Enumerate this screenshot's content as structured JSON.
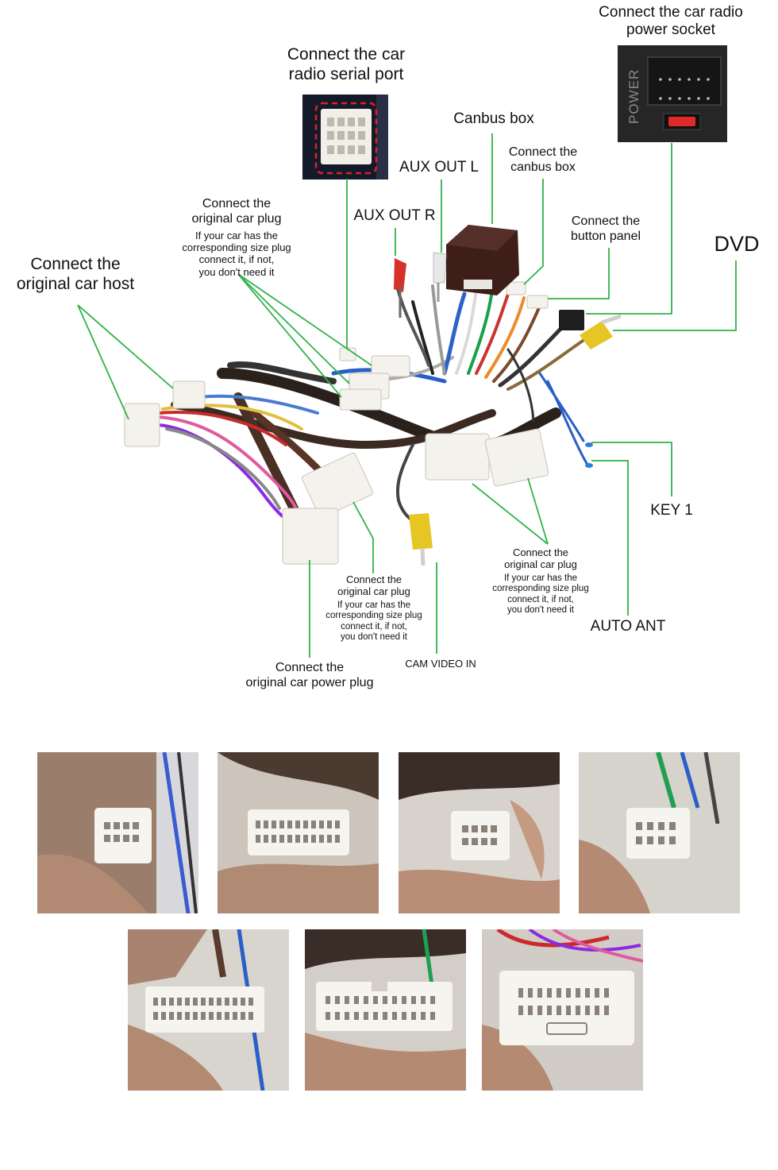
{
  "labels": {
    "power_socket": [
      "Connect the car radio",
      "power socket"
    ],
    "serial_port": [
      "Connect the car",
      "radio  serial port"
    ],
    "canbus_box": "Canbus box",
    "connect_canbus": [
      "Connect the",
      "canbus box"
    ],
    "aux_out_l": "AUX OUT L",
    "aux_out_r": "AUX OUT R",
    "button_panel": [
      "Connect the",
      "button panel"
    ],
    "dvd": "DVD",
    "car_host": [
      "Connect the",
      "original car host"
    ],
    "orig_plug_top": {
      "title": [
        "Connect the",
        "original car plug"
      ],
      "note": [
        "If your car has the",
        "corresponding size plug",
        "connect it, if not,",
        "you don't need it"
      ]
    },
    "key1": "KEY 1",
    "orig_plug_right": {
      "title": [
        "Connect the",
        "original car plug"
      ],
      "note": [
        "If your car has the",
        "corresponding size plug",
        "connect it, if not,",
        "you don't need it"
      ]
    },
    "orig_plug_center": {
      "title": [
        "Connect the",
        "original car plug"
      ],
      "note": [
        "If your car has the",
        "corresponding size plug",
        "connect it, if not,",
        "you don't need it"
      ]
    },
    "auto_ant": "AUTO ANT",
    "cam_video_in": "CAM VIDEO IN",
    "power_plug": [
      "Connect the",
      "original car power plug"
    ]
  },
  "box_text": {
    "power_print": "POWER"
  },
  "colors": {
    "leader": "#2fb34a",
    "connector": "#f4f2ec",
    "canbus": "#3d1e19",
    "rca_red": "#d6302a",
    "rca_yellow": "#e5c624"
  }
}
